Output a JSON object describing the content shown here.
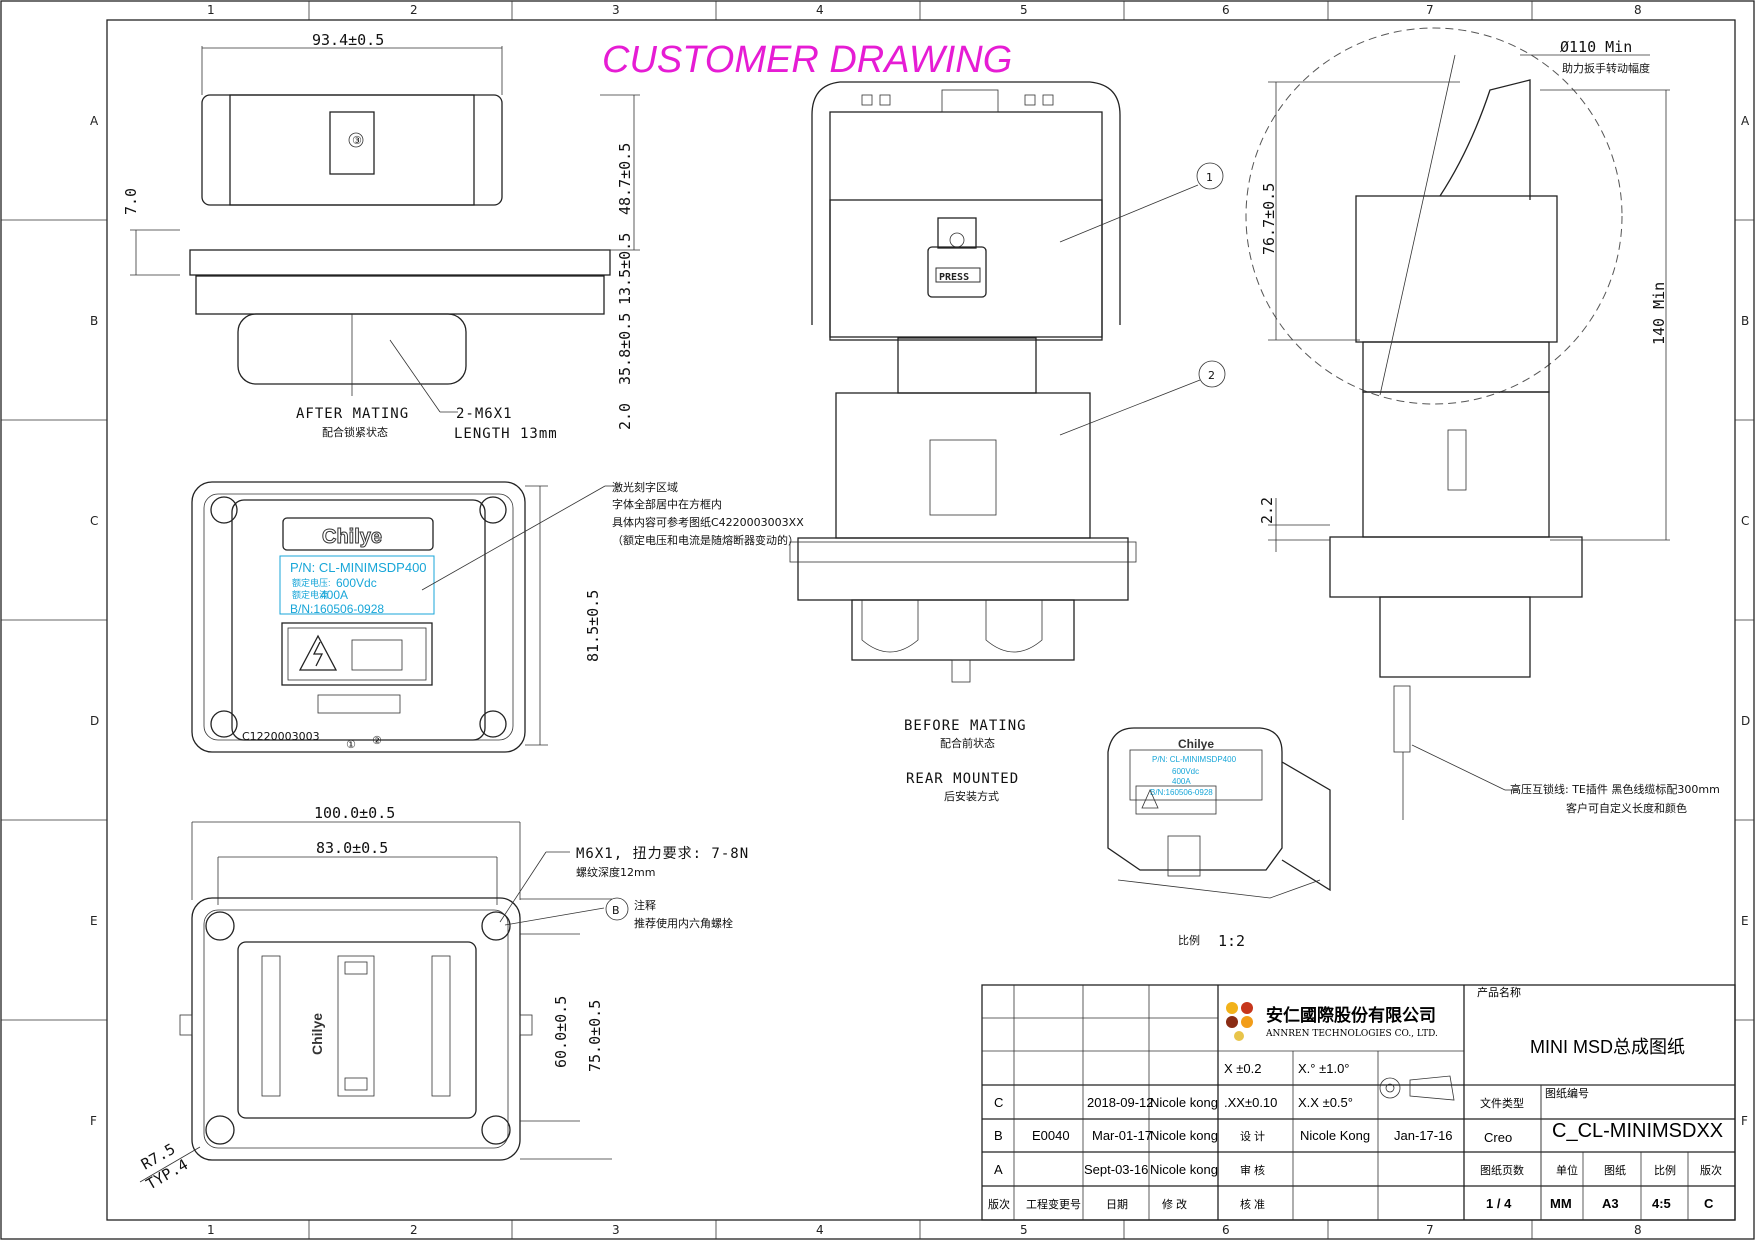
{
  "title": "CUSTOMER DRAWING",
  "zones": {
    "cols": [
      "1",
      "2",
      "3",
      "4",
      "5",
      "6",
      "7",
      "8"
    ],
    "rows": [
      "A",
      "B",
      "C",
      "D",
      "E",
      "F"
    ]
  },
  "top_view": {
    "width_dim": "93.4±0.5",
    "dims": [
      "7.0",
      "48.7±0.5",
      "13.5±0.5",
      "35.8±0.5",
      "2.0"
    ],
    "after_mating": "AFTER MATING",
    "after_mating_cn": "配合锁紧状态",
    "screw": "2-M6X1",
    "length": "LENGTH 13mm",
    "item_tag": "③"
  },
  "label_view": {
    "brand": "Chilye",
    "pn": "P/N: CL-MINIMSDP400",
    "voltage_label": "额定电压:",
    "voltage": "600Vdc",
    "current_label": "额定电流",
    "current": "400A",
    "bn": "B/N:160506-0928",
    "code": "C1220003003",
    "height_dim": "81.5±0.5",
    "tag1": "①",
    "tag2": "②",
    "note1": "激光刻字区域",
    "note2": "字体全部居中在方框内",
    "note3": "具体内容可参考图纸C4220003003XX",
    "note4": "（额定电压和电流是随熔断器变动的）"
  },
  "bottom_view": {
    "dim_outer": "100.0±0.5",
    "dim_inner": "83.0±0.5",
    "dim_v1": "60.0±0.5",
    "dim_v2": "75.0±0.5",
    "radius": "R7.5",
    "typ": "TYP.4",
    "screw_note": "M6X1, 扭力要求: 7-8N",
    "depth_note": "螺纹深度12mm",
    "b_marker": "B",
    "b_note1": "注释",
    "b_note2": "推荐使用内六角螺栓",
    "brand_rot": "Chilye"
  },
  "front_view": {
    "balloon1": "1",
    "balloon2": "2",
    "press": "PRESS",
    "before_mating": "BEFORE MATING",
    "before_mating_cn": "配合前状态",
    "rear_mounted": "REAR MOUNTED",
    "rear_mounted_cn": "后安装方式"
  },
  "side_view": {
    "dia": "Ø110 Min",
    "dia_note": "助力扳手转动幅度",
    "dim_h": "76.7±0.5",
    "dim_total": "140 Min",
    "dim_small": "2.2",
    "wire_note1": "高压互锁线: TE插件 黑色线缆标配300mm",
    "wire_note2": "客户可自定义长度和颜色"
  },
  "iso_view": {
    "scale_label": "比例",
    "scale_value": "1:2",
    "brand": "Chilye",
    "pn": "P/N: CL-MINIMSDP400",
    "voltage": "600Vdc",
    "current": "400A",
    "bn": "B/N:160506-0928"
  },
  "title_block": {
    "company_cn": "安仁國際股份有限公司",
    "company_en": "ANNREN TECHNOLOGIES CO., LTD.",
    "product_label": "产品名称",
    "product": "MINI MSD总成图纸",
    "tol_x": "X ±0.2",
    "tol_xx": ".XX±0.10",
    "tol_ang1": "X.° ±1.0°",
    "tol_ang2": "X.X ±0.5°",
    "file_type_label": "文件类型",
    "file_type": "Creo",
    "drawing_no_label": "图纸编号",
    "drawing_no": "C_CL-MINIMSDXX",
    "rows": [
      {
        "rev": "C",
        "ecn": "",
        "date": "2018-09-12",
        "by": "Nicole kong",
        "role": "",
        "name": "",
        "role_date": ""
      },
      {
        "rev": "B",
        "ecn": "E0040",
        "date": "Mar-01-17",
        "by": "Nicole kong",
        "role": "设 计",
        "name": "Nicole Kong",
        "role_date": "Jan-17-16"
      },
      {
        "rev": "A",
        "ecn": "",
        "date": "Sept-03-16",
        "by": "Nicole kong",
        "role": "审 核",
        "name": "",
        "role_date": ""
      }
    ],
    "footer": {
      "rev": "版次",
      "ecn": "工程变更号",
      "date": "日期",
      "by": "修 改",
      "role": "核 准"
    },
    "sheet_label": "图纸页数",
    "sheet": "1 / 4",
    "unit_label": "单位",
    "unit": "MM",
    "paper_label": "图纸",
    "paper": "A3",
    "scale_label": "比例",
    "scale": "4:5",
    "version_label": "版次",
    "version": "C"
  }
}
